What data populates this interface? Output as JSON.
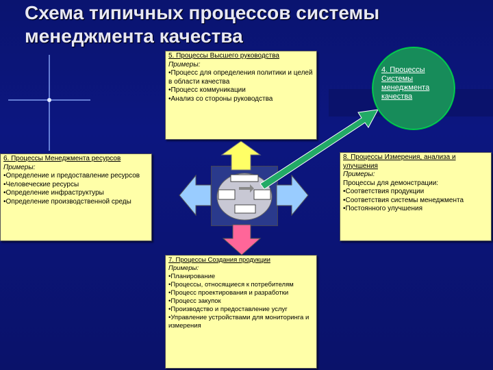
{
  "title": "Схема типичных процессов системы менеджмента качества",
  "box5": {
    "heading": "5. Процессы Высшего руководства",
    "examples_label": "Примеры:",
    "items": [
      "•Процесс для определения политики и целей в области качества",
      "•Процесс коммуникации",
      "•Анализ со стороны руководства"
    ]
  },
  "circle4": {
    "label": "4. Процессы Системы менеджмента качества"
  },
  "box6": {
    "heading": "6. Процессы Менеджмента ресурсов",
    "examples_label": "Примеры:",
    "items": [
      "•Определение и предоставление ресурсов",
      "•Человеческие ресурсы",
      "•Определение инфраструктуры",
      "•Определение производственной среды"
    ]
  },
  "box8": {
    "heading": "8. Процессы Измерения, анализа и улучшения",
    "examples_label": "Примеры:",
    "intro": "Процессы для демонстрации:",
    "items": [
      "•Соответствия продукции",
      "•Соответствия системы менеджмента",
      "•Постоянного улучшения"
    ]
  },
  "box7": {
    "heading": "7. Процессы Создания продукции",
    "examples_label": "Примеры:",
    "items": [
      "•Планирование",
      "•Процессы, относящиеся к потребителям",
      "•Процесс проектирования и разработки",
      "•Процесс закупок",
      "•Производство и предоставление услуг",
      "•Управление устройствами для мониторинга и измерения"
    ]
  },
  "colors": {
    "background": "#0c1680",
    "box_fill": "#ffffa8",
    "arrow_up": "#ffff66",
    "arrow_side": "#99ccff",
    "arrow_down": "#ff6699",
    "arrow_green": "#22aa66",
    "circle": "#178c5a"
  }
}
